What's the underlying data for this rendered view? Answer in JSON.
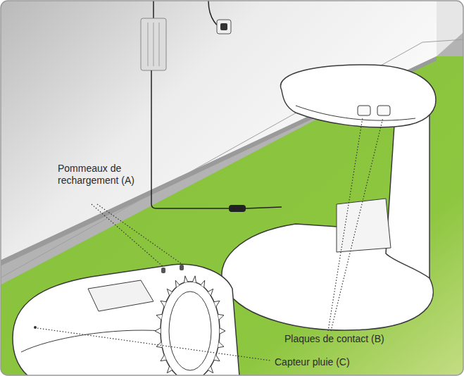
{
  "diagram": {
    "labels": [
      "Pommeaux de rechargement (A)",
      "Plaques de contact (B)",
      "Capteur pluie (C)"
    ]
  }
}
